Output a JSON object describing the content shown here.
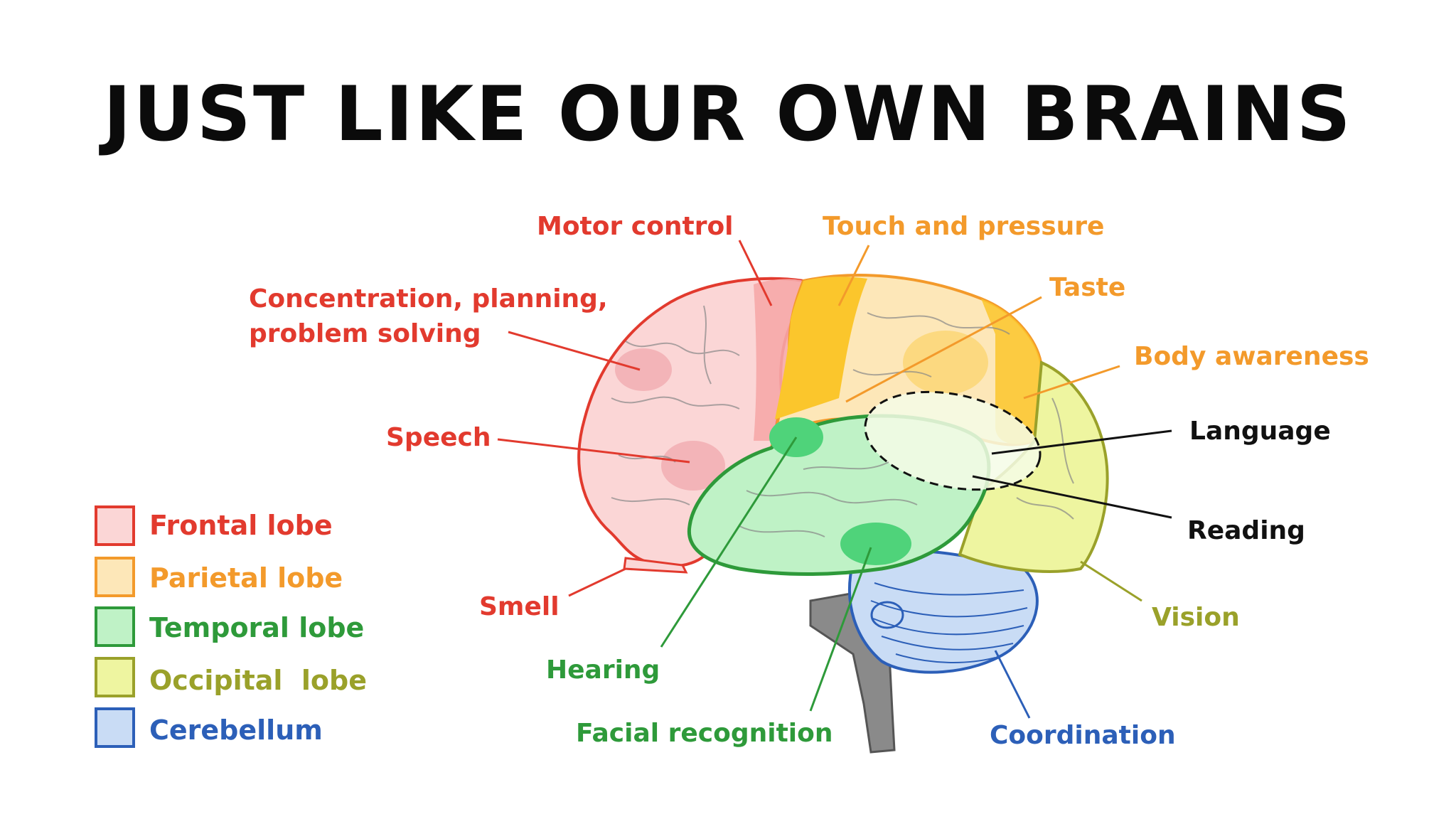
{
  "title": "JUST LIKE OUR OWN BRAINS",
  "colors": {
    "frontal": "#e23a2e",
    "parietal": "#f39a2b",
    "temporal": "#2e9a3a",
    "occipital": "#9aa12a",
    "cerebellum": "#2c5fb8",
    "black": "#111111"
  },
  "labels": {
    "motor_control": "Motor control",
    "touch_pressure": "Touch and pressure",
    "concentration_1": "Concentration, planning,",
    "concentration_2": "problem solving",
    "taste": "Taste",
    "body_awareness": "Body awareness",
    "speech": "Speech",
    "language": "Language",
    "reading": "Reading",
    "smell": "Smell",
    "vision": "Vision",
    "hearing": "Hearing",
    "facial_recognition": "Facial recognition",
    "coordination": "Coordination"
  },
  "legend": [
    {
      "label": "Frontal lobe",
      "color": "#e23a2e",
      "fill": "#fbd6d6"
    },
    {
      "label": "Parietal lobe",
      "color": "#f39a2b",
      "fill": "#fde7b8"
    },
    {
      "label": "Temporal lobe",
      "color": "#2e9a3a",
      "fill": "#bff2c6"
    },
    {
      "label": "Occipital  lobe",
      "color": "#9aa12a",
      "fill": "#eef5a0"
    },
    {
      "label": "Cerebellum",
      "color": "#2c5fb8",
      "fill": "#c9dcf5"
    }
  ]
}
